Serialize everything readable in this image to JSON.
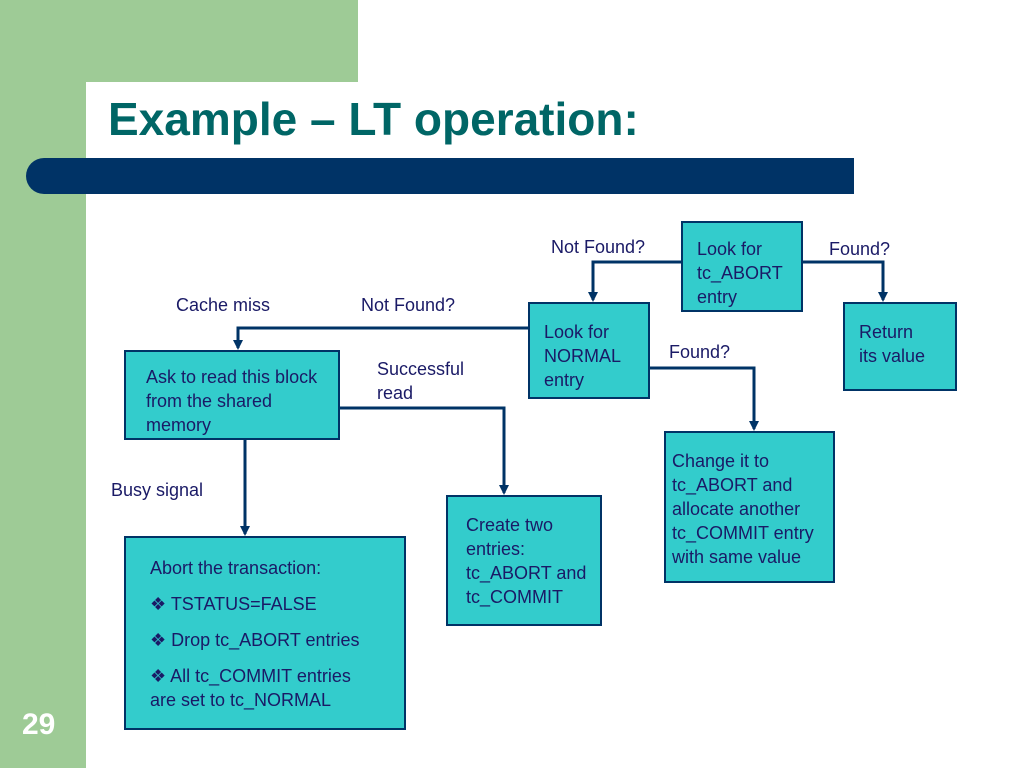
{
  "title": "Example – LT operation:",
  "page_number": "29",
  "colors": {
    "accent_green": "#9ecb96",
    "title_bar": "#003366",
    "title_text": "#006666",
    "box_fill": "#33cccc",
    "box_border": "#003366",
    "text": "#1a1a66"
  },
  "nodes": {
    "abort_lookup": [
      "Look for",
      "tc_ABORT",
      "entry"
    ],
    "normal_lookup": [
      "Look for",
      "NORMAL",
      "entry"
    ],
    "return_value": [
      "Return",
      "its value"
    ],
    "read_shared": [
      "Ask to read this block",
      "from the shared",
      "memory"
    ],
    "change_entry": [
      "Change it to",
      "tc_ABORT and",
      "allocate another",
      "tc_COMMIT entry",
      "with same value"
    ],
    "create_entries": [
      "Create two",
      "entries:",
      "tc_ABORT and",
      "tc_COMMIT"
    ],
    "abort_txn": [
      "Abort the transaction:",
      "❖ TSTATUS=FALSE",
      "❖ Drop tc_ABORT entries",
      "❖ All tc_COMMIT entries",
      "are   set to tc_NORMAL"
    ]
  },
  "edge_labels": {
    "not_found_top": "Not Found?",
    "found_top": "Found?",
    "cache_miss": "Cache miss",
    "not_found_mid": "Not Found?",
    "found_mid": "Found?",
    "successful_read": [
      "Successful",
      "read"
    ],
    "busy_signal": "Busy signal"
  }
}
